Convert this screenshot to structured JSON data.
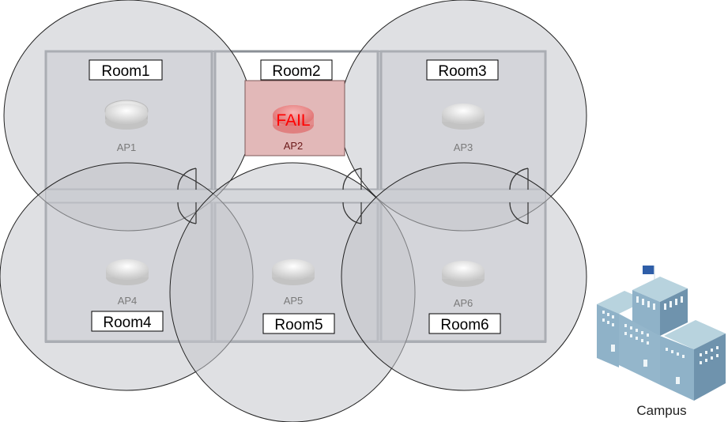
{
  "rooms": [
    {
      "label": "Room1"
    },
    {
      "label": "Room2"
    },
    {
      "label": "Room3"
    },
    {
      "label": "Room4"
    },
    {
      "label": "Room5"
    },
    {
      "label": "Room6"
    }
  ],
  "access_points": [
    {
      "label": "AP1",
      "status": "ok"
    },
    {
      "label": "AP2",
      "status": "fail"
    },
    {
      "label": "AP3",
      "status": "ok"
    },
    {
      "label": "AP4",
      "status": "ok"
    },
    {
      "label": "AP5",
      "status": "ok"
    },
    {
      "label": "AP6",
      "status": "ok"
    }
  ],
  "fail_text": "FAIL",
  "campus_label": "Campus",
  "colors": {
    "coverage": "#dcdde2",
    "fail_fill": "#e2b8b8",
    "fail_text": "#ff0000",
    "flag": "#2f5ea8",
    "building": "#8fb2c8"
  }
}
